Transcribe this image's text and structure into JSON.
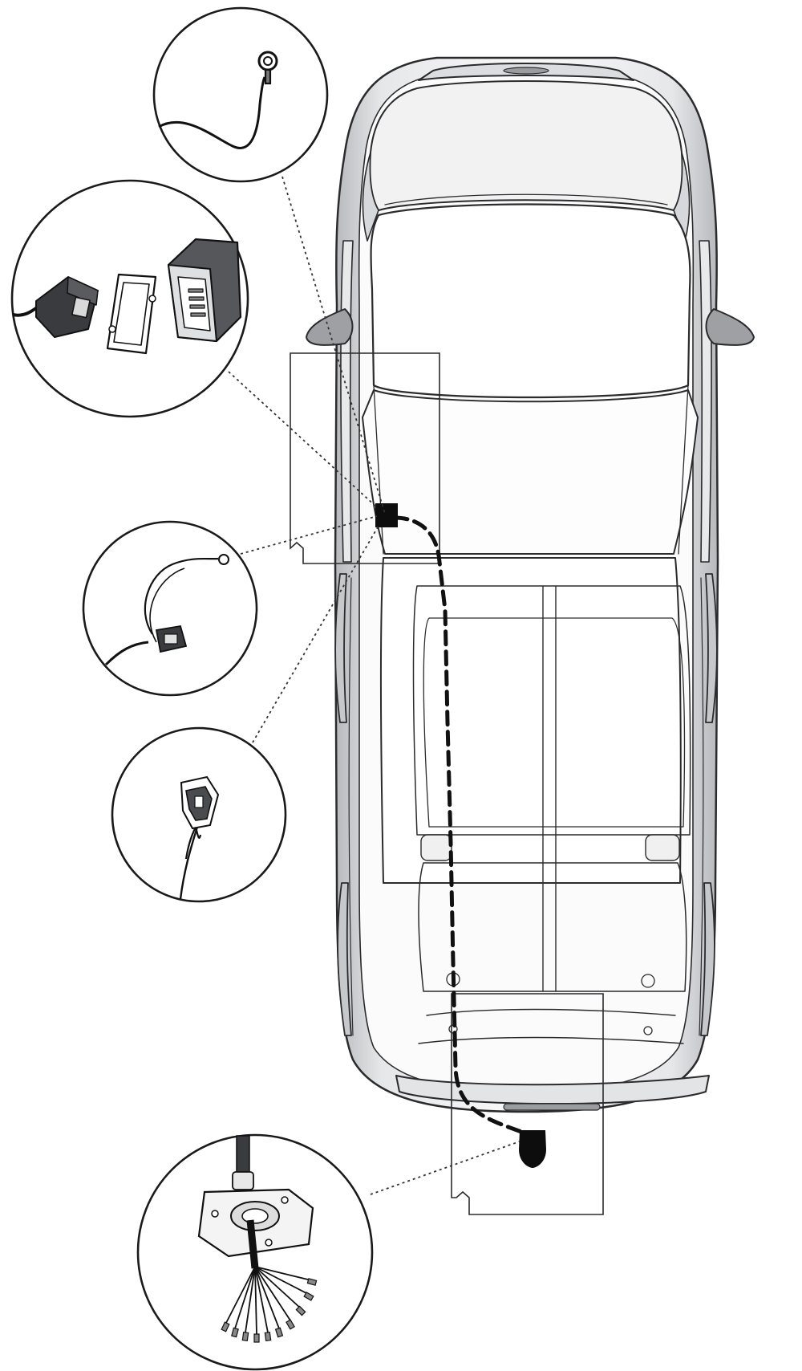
{
  "diagram": {
    "subject": "car-top-view-wiring-installation",
    "colors": {
      "body_fill": "#f4f4f5",
      "body_shade": "#c9cacd",
      "body_dark": "#8a8c91",
      "outline": "#2b2b2d",
      "harness": "#111111",
      "leader": "#333333"
    },
    "callouts": [
      {
        "id": "ring-terminal",
        "icon": "ground-ring-terminal-icon"
      },
      {
        "id": "control-module",
        "icon": "control-module-connector-icon"
      },
      {
        "id": "ground-wire-plug",
        "icon": "ground-wire-plug-icon"
      },
      {
        "id": "vehicle-plug",
        "icon": "vehicle-plug-connector-icon"
      },
      {
        "id": "socket-harness",
        "icon": "towbar-socket-harness-icon"
      }
    ]
  }
}
